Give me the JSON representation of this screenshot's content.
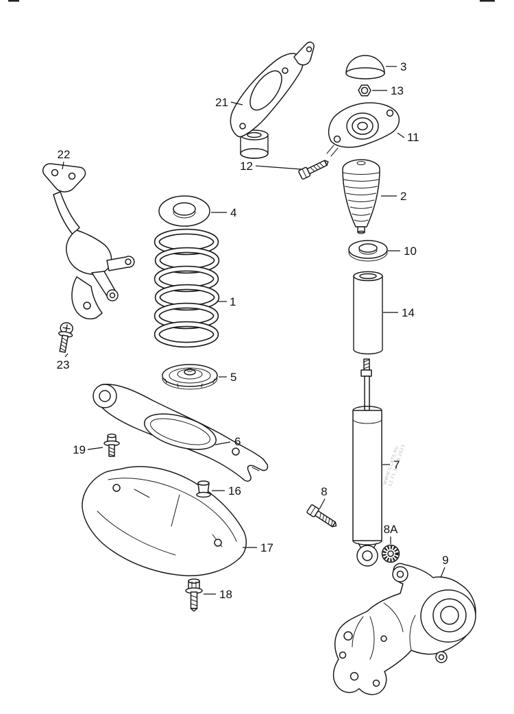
{
  "diagram": {
    "type": "exploded-parts-diagram",
    "subject": "rear-suspension",
    "colors": {
      "background": "#ffffff",
      "line": "#1a1a1a",
      "label": "#111111",
      "watermark": "#bdbdbd"
    },
    "watermark": {
      "line1": "WWW.ILCATS.RU",
      "line2": "12.21.14 09 2023"
    },
    "callouts": {
      "c1": {
        "label": "1",
        "part": "coil-spring"
      },
      "c2": {
        "label": "2",
        "part": "bump-stop"
      },
      "c3": {
        "label": "3",
        "part": "protective-cap"
      },
      "c4": {
        "label": "4",
        "part": "upper-spring-pad"
      },
      "c5": {
        "label": "5",
        "part": "lower-spring-pad"
      },
      "c6": {
        "label": "6",
        "part": "lower-control-arm"
      },
      "c7": {
        "label": "7",
        "part": "shock-absorber"
      },
      "c8": {
        "label": "8",
        "part": "bolt"
      },
      "c8a": {
        "label": "8A",
        "part": "splined-bearing"
      },
      "c9": {
        "label": "9",
        "part": "wheel-carrier"
      },
      "c10": {
        "label": "10",
        "part": "spring-seat"
      },
      "c11": {
        "label": "11",
        "part": "upper-strut-mount"
      },
      "c12": {
        "label": "12",
        "part": "bolt"
      },
      "c13": {
        "label": "13",
        "part": "nut"
      },
      "c14": {
        "label": "14",
        "part": "protective-sleeve"
      },
      "c16": {
        "label": "16",
        "part": "cap"
      },
      "c17": {
        "label": "17",
        "part": "cover-plate"
      },
      "c18": {
        "label": "18",
        "part": "bolt"
      },
      "c19": {
        "label": "19",
        "part": "bolt"
      },
      "c21": {
        "label": "21",
        "part": "bracket"
      },
      "c22": {
        "label": "22",
        "part": "bracket"
      },
      "c23": {
        "label": "23",
        "part": "bolt"
      }
    }
  }
}
